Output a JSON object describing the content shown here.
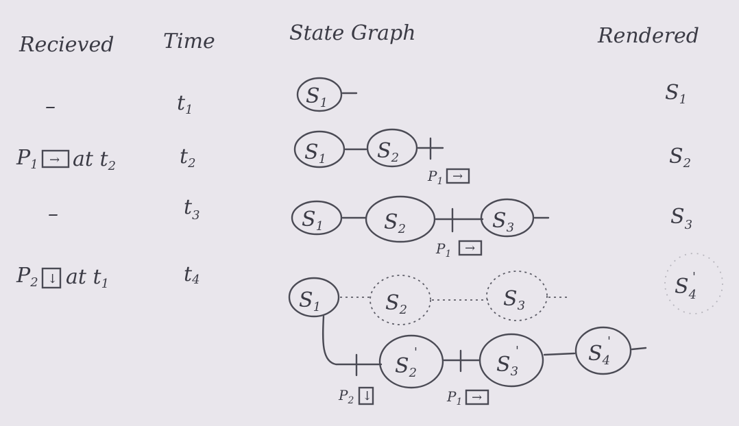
{
  "headers": {
    "received": "Recieved",
    "time": "Time",
    "state_graph": "State Graph",
    "rendered": "Rendered"
  },
  "rows": [
    {
      "received": "–",
      "time": {
        "main": "t",
        "sub": "1"
      },
      "rendered": {
        "main": "S",
        "sub": "1"
      }
    },
    {
      "received": {
        "p": "P",
        "p_sub": "1",
        "arrow": "→",
        "tail": "at",
        "t": "t",
        "t_sub": "2"
      },
      "time": {
        "main": "t",
        "sub": "2"
      },
      "rendered": {
        "main": "S",
        "sub": "2"
      }
    },
    {
      "received": "–",
      "time": {
        "main": "t",
        "sub": "3"
      },
      "rendered": {
        "main": "S",
        "sub": "3"
      }
    },
    {
      "received": {
        "p": "P",
        "p_sub": "2",
        "arrow": "↓",
        "tail": "at",
        "t": "t",
        "t_sub": "1"
      },
      "time": {
        "main": "t",
        "sub": "4"
      },
      "rendered": {
        "main": "S",
        "sub": "4",
        "prime": "'"
      }
    }
  ],
  "graph": {
    "nodes": {
      "r1_s1": {
        "main": "S",
        "sub": "1"
      },
      "r2_s1": {
        "main": "S",
        "sub": "1"
      },
      "r2_s2": {
        "main": "S",
        "sub": "2"
      },
      "r3_s1": {
        "main": "S",
        "sub": "1"
      },
      "r3_s2": {
        "main": "S",
        "sub": "2"
      },
      "r3_s3": {
        "main": "S",
        "sub": "3"
      },
      "r4_s1": {
        "main": "S",
        "sub": "1"
      },
      "r4_s2_ghost": {
        "main": "S",
        "sub": "2"
      },
      "r4_s3_ghost": {
        "main": "S",
        "sub": "3"
      },
      "r4_s2p": {
        "main": "S",
        "sub": "2",
        "prime": "'"
      },
      "r4_s3p": {
        "main": "S",
        "sub": "3",
        "prime": "'"
      },
      "r4_s4p": {
        "main": "S",
        "sub": "4",
        "prime": "'"
      }
    },
    "events": {
      "r2_p1": {
        "p": "P",
        "sub": "1",
        "arrow": "→"
      },
      "r3_p1": {
        "p": "P",
        "sub": "1",
        "arrow": "→"
      },
      "r4_p2": {
        "p": "P",
        "sub": "2",
        "arrow": "↓"
      },
      "r4_p1": {
        "p": "P",
        "sub": "1",
        "arrow": "→"
      }
    }
  }
}
